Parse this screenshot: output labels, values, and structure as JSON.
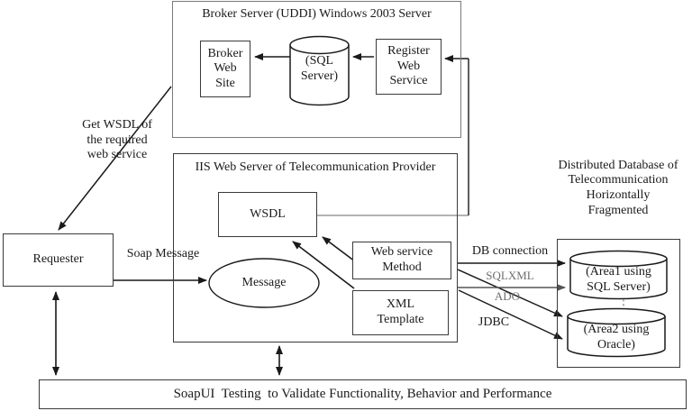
{
  "colors": {
    "ink": "#1a1a1a",
    "gray_line": "#9a9a9a",
    "gray_text": "#6e6e6e",
    "background": "#ffffff"
  },
  "broker": {
    "title": "Broker Server (UDDI) Windows 2003 Server",
    "web_site": "Broker\nWeb\nSite",
    "sql": "(SQL\nServer)",
    "register": "Register\nWeb\nService"
  },
  "iis": {
    "title": "IIS Web Server of Telecommunication Provider",
    "wsdl": "WSDL",
    "message": "Message",
    "method": "Web service\nMethod",
    "xml": "XML\nTemplate"
  },
  "requester": {
    "label": "Requester"
  },
  "edges": {
    "get_wsdl": "Get WSDL of\nthe required\nweb service",
    "soap_message": "Soap Message",
    "db_connection": "DB connection",
    "sqlxml": "SQLXML",
    "ado": "ADO",
    "jdbc": "JDBC"
  },
  "database": {
    "title": "Distributed Database of\nTelecommunication\nHorizontally\nFragmented",
    "area1": "(Area1 using\nSQL Server)",
    "area2": "(Area2 using\nOracle)"
  },
  "soapui": {
    "label": "SoapUI  Testing  to Validate Functionality, Behavior and Performance"
  }
}
